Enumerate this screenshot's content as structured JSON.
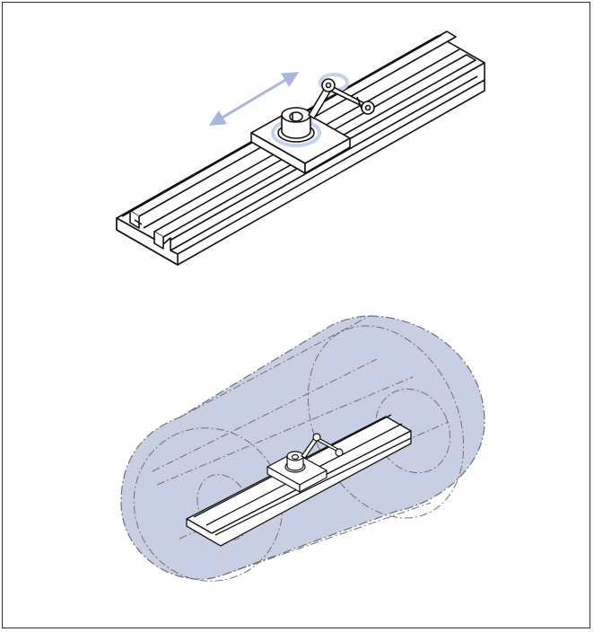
{
  "figure": {
    "panels": [
      {
        "id": "top",
        "subject": "linear-rail-slider-with-cam-follower",
        "motion": "bidirectional-slide"
      },
      {
        "id": "bottom",
        "subject": "rail-assembly-within-swept-envelope",
        "envelope": "capsule"
      }
    ]
  },
  "colors": {
    "line": "#111111",
    "motion_arrow": "#a9b6dd",
    "highlight": "#c7d0ec",
    "envelope_fill": "#c9cfe3",
    "envelope_line": "#6d6f7a",
    "frame": "#333333"
  }
}
